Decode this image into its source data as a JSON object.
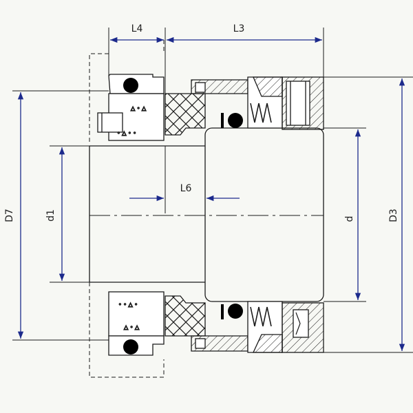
{
  "labels": {
    "L4": "L4",
    "L3": "L3",
    "L6": "L6",
    "D7": "D7",
    "d1": "d1",
    "d": "d",
    "D3": "D3"
  },
  "colors": {
    "background": "#f7f8f4",
    "line": "#1a1a1a",
    "dimension_arrow": "#1c2a8c",
    "oring": "#000000"
  }
}
